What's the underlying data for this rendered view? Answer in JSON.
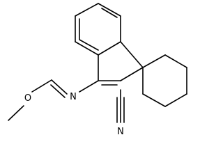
{
  "atoms": {
    "oxygen": "O",
    "nitrogen_imine": "N",
    "nitrogen_nitrile": "N"
  },
  "colors": {
    "bond": "#000000",
    "background": "#ffffff"
  }
}
